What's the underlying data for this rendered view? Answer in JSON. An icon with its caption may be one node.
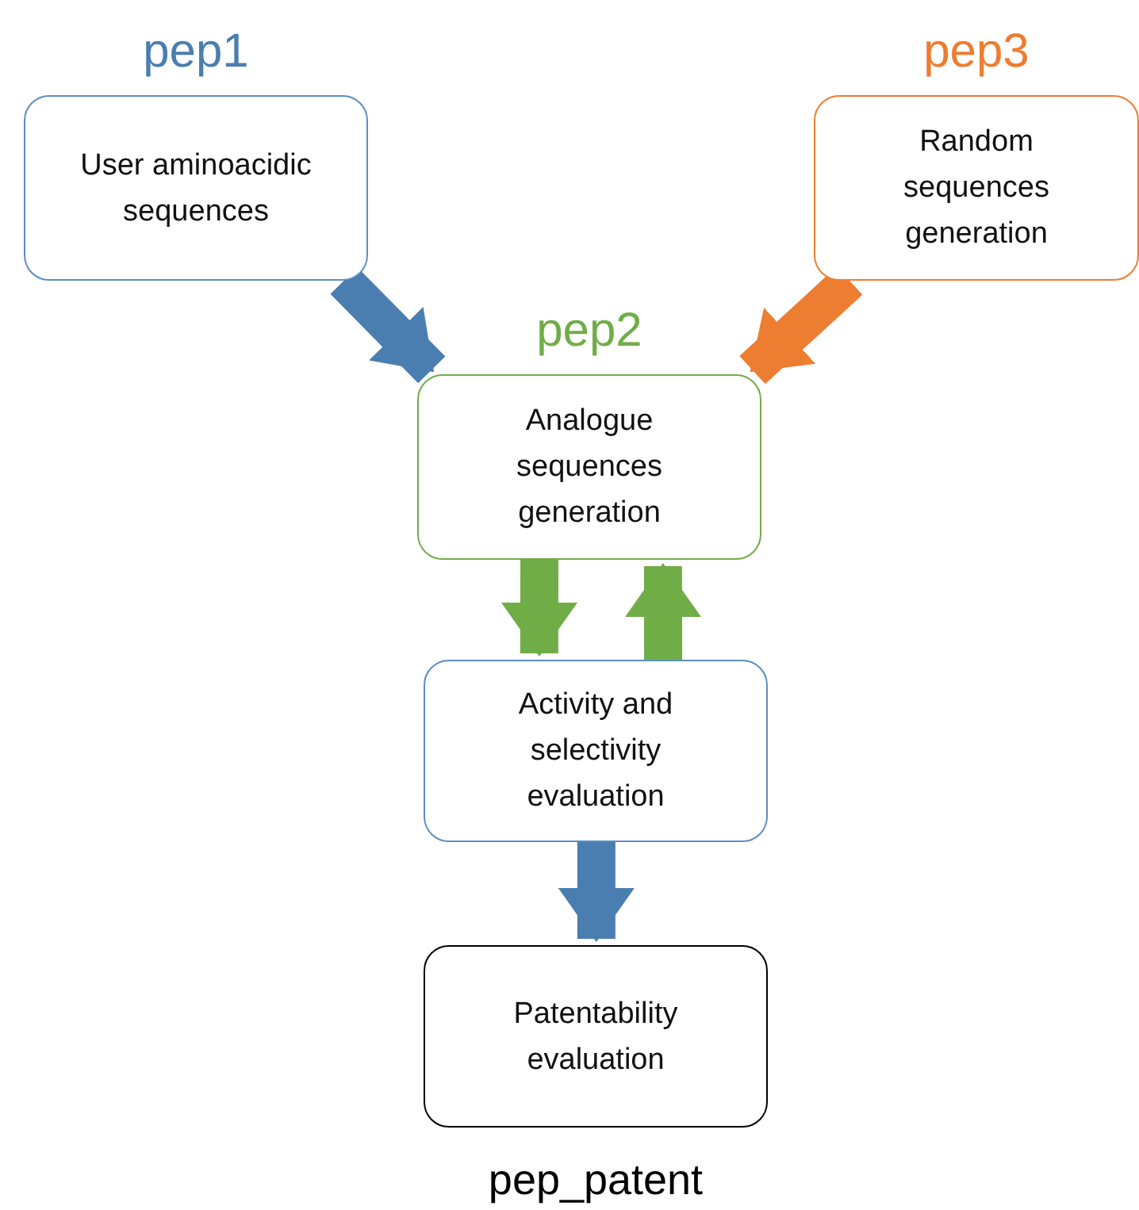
{
  "diagram": {
    "nodes": [
      {
        "text": [
          "pep1",
          "User aminoacidic sequences"
        ]
      },
      {
        "text": [
          "pep3",
          "Random sequences generation"
        ]
      },
      {
        "text": [
          "pep2",
          "Analogue sequences generation"
        ]
      },
      {
        "text": [
          "Activity and selectivity evaluation"
        ]
      },
      {
        "text": [
          "Patentability evaluation"
        ],
        "beside": [
          "pep_patent"
        ]
      }
    ],
    "edges": [
      {
        "from": 0,
        "to": 2,
        "arrow": "to",
        "color": "#4a7eb0"
      },
      {
        "from": 1,
        "to": 2,
        "arrow": "to",
        "color": "#ed7d31"
      },
      {
        "from": 2,
        "to": 3,
        "arrow": "to",
        "color": "#70ad47"
      },
      {
        "from": 3,
        "to": 2,
        "arrow": "to",
        "color": "#70ad47"
      },
      {
        "from": 3,
        "to": 4,
        "arrow": "to",
        "color": "#4a7eb0"
      }
    ]
  }
}
